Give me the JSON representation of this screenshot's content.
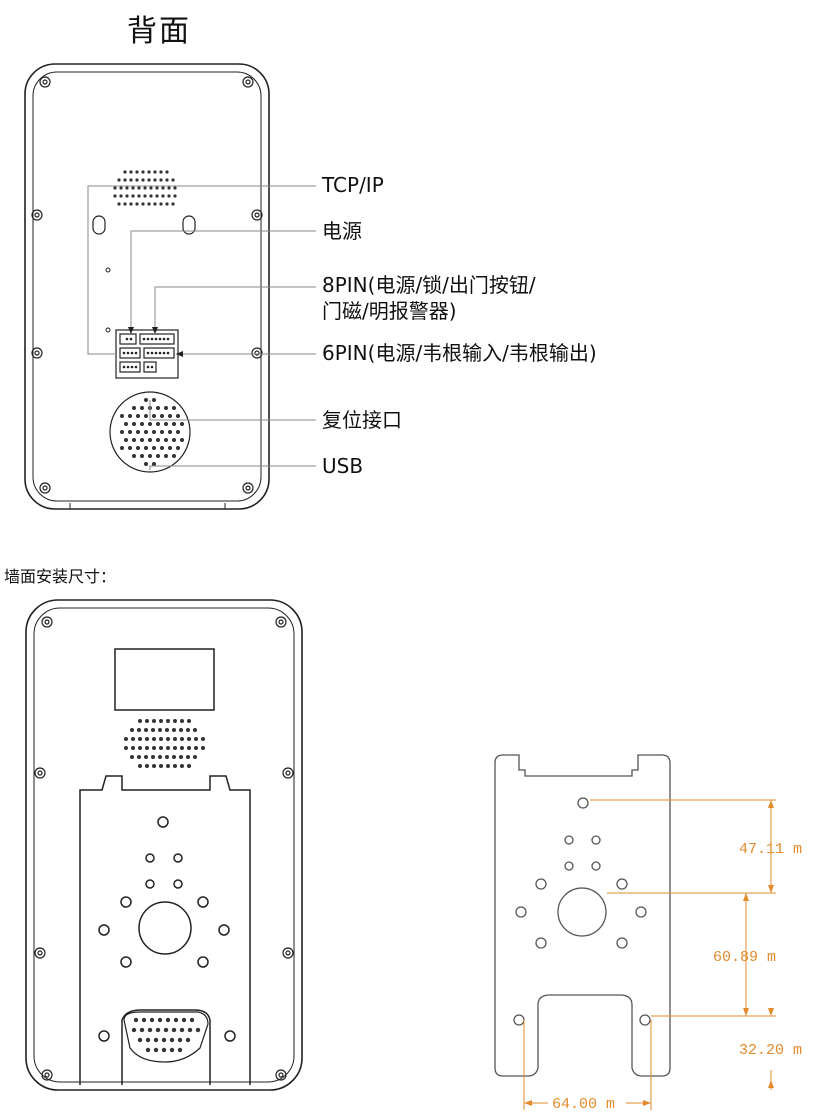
{
  "back_view": {
    "title": "背面",
    "callouts": {
      "tcp_ip": "TCP/IP",
      "power": "电源",
      "pin8_line1": "8PIN(电源/锁/出门按钮/",
      "pin8_line2": "门磁/明报警器)",
      "pin6": "6PIN(电源/韦根输入/韦根输出)",
      "reset": "复位接口",
      "usb": "USB"
    }
  },
  "wall_mount": {
    "label": "墙面安装尺寸：",
    "dimensions": {
      "d1": "47.11 m",
      "d2": "60.89 m",
      "d3": "32.20 m",
      "width": "64.00 m"
    },
    "dimension_color": "#e38b2c"
  }
}
